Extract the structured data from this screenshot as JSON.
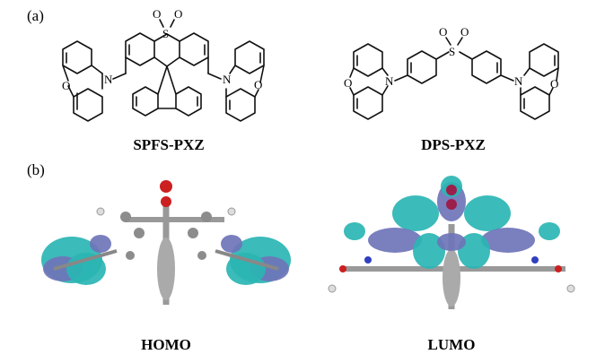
{
  "panels": {
    "a": {
      "label": "(a)"
    },
    "b": {
      "label": "(b)"
    }
  },
  "molecules": {
    "left": {
      "name": "SPFS-PXZ"
    },
    "right": {
      "name": "DPS-PXZ"
    }
  },
  "atoms": {
    "sulfur": "S",
    "oxygen": "O",
    "nitrogen": "N"
  },
  "orbitals": {
    "left": {
      "name": "HOMO"
    },
    "right": {
      "name": "LUMO"
    }
  },
  "colors": {
    "lobe_cyan": "#2ab5b3",
    "lobe_blue": "#6f74b8",
    "carbon": "#8c8c8c",
    "oxygen_atom": "#cc1f1f",
    "nitrogen_atom": "#3040c0",
    "hydrogen": "#e6e6e6"
  }
}
